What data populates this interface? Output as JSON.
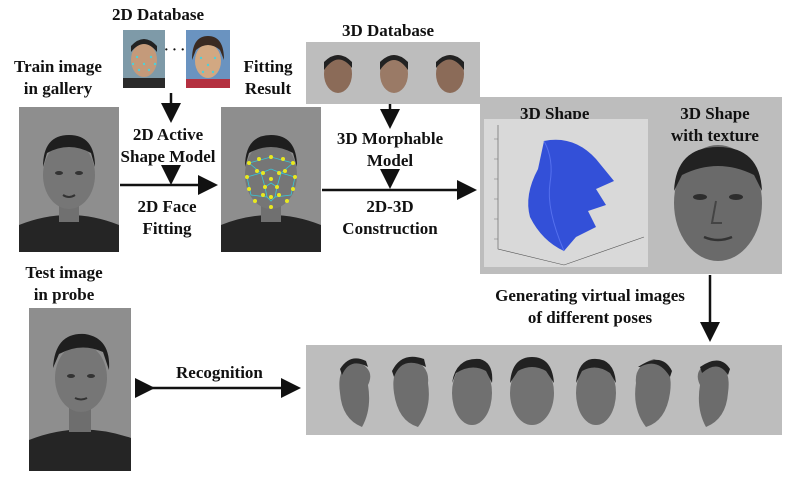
{
  "labels": {
    "db2d": "2D Database",
    "db3d": "3D Database",
    "fitting_result": [
      "Fitting",
      "Result"
    ],
    "train": [
      "Train image",
      "in gallery"
    ],
    "asm": [
      "2D Active",
      "Shape Model"
    ],
    "face_fit": [
      "2D Face",
      "Fitting"
    ],
    "morph": [
      "3D Morphable",
      "Model"
    ],
    "construct": [
      "2D-3D",
      "Construction"
    ],
    "shape3d": "3D Shape",
    "shape_tex": [
      "3D Shape",
      "with texture"
    ],
    "test": [
      "Test image",
      "in probe"
    ],
    "generating": [
      "Generating virtual images",
      "of different poses"
    ],
    "recognition": "Recognition",
    "ellipsis": "· · ·"
  },
  "colors": {
    "panel_gray": "#bdbdbd",
    "photo_gray": "#8a8a8a",
    "mesh_blue": "#3350d8",
    "landmark_yellow": "#e8e820",
    "mesh_cyan": "#38c8d8",
    "arrow": "#111111"
  }
}
